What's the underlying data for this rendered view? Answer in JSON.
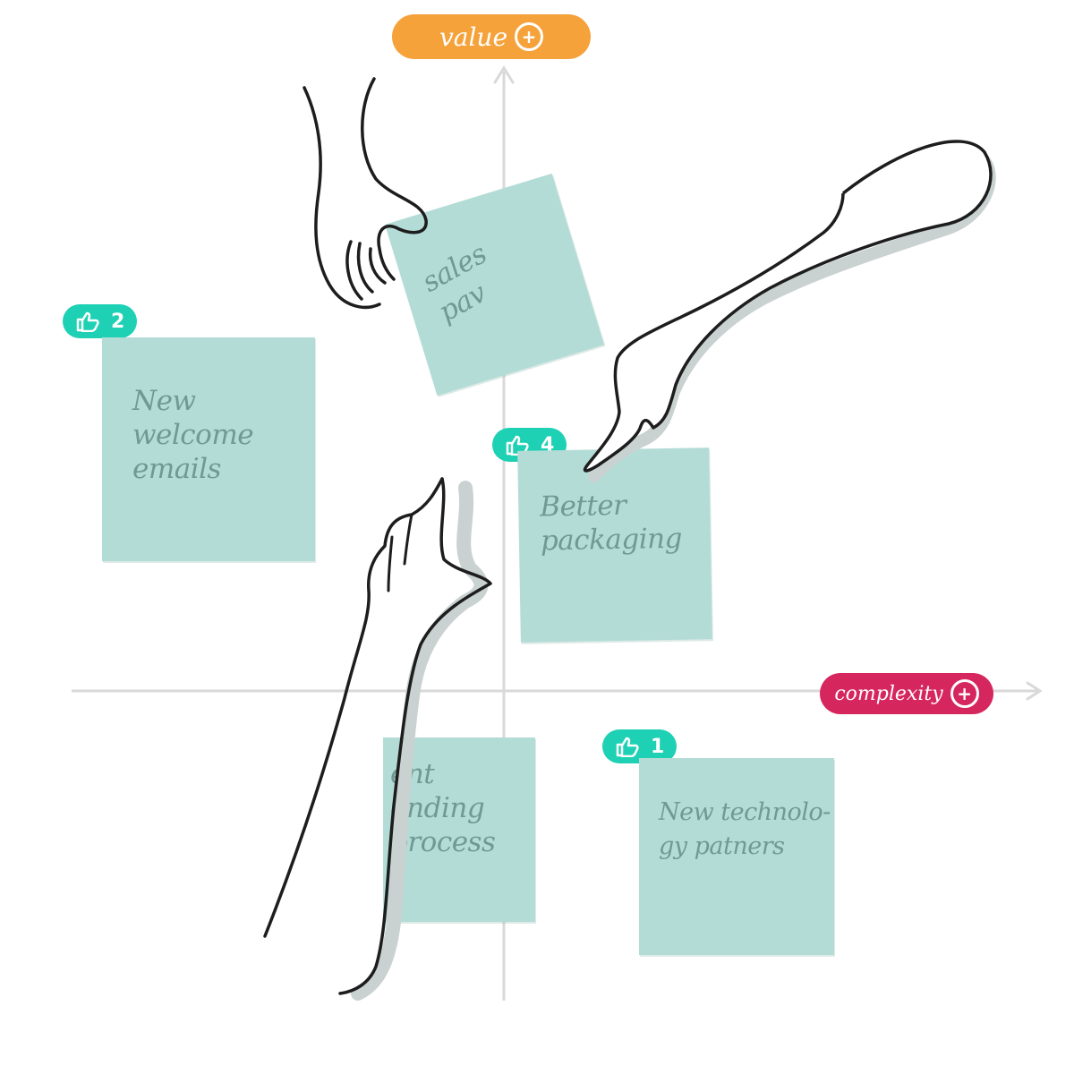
{
  "axes": {
    "y_label": "value",
    "x_label": "complexity",
    "plus_symbol": "+",
    "y_color": "#f6a23a",
    "x_color": "#d6265e",
    "axis_color": "#d9d9d9"
  },
  "notes": [
    {
      "id": "sales-note",
      "text": "sales\npav",
      "votes": null
    },
    {
      "id": "welcome-emails-note",
      "text": "New\nwelcome\nemails",
      "votes": "2"
    },
    {
      "id": "packaging-note",
      "text": "Better\npackaging",
      "votes": "4"
    },
    {
      "id": "onboarding-note",
      "text": "ent\nonding\nprocess",
      "votes": null
    },
    {
      "id": "tech-partners-note",
      "text": "New technolo-\ngy patners",
      "votes": "1"
    }
  ],
  "colors": {
    "note": "#b4dcd6",
    "note_text": "#6f9a93",
    "vote_badge": "#1fd1b4",
    "ink": "#1d1d1d",
    "shadow": "#c9d2d1"
  }
}
